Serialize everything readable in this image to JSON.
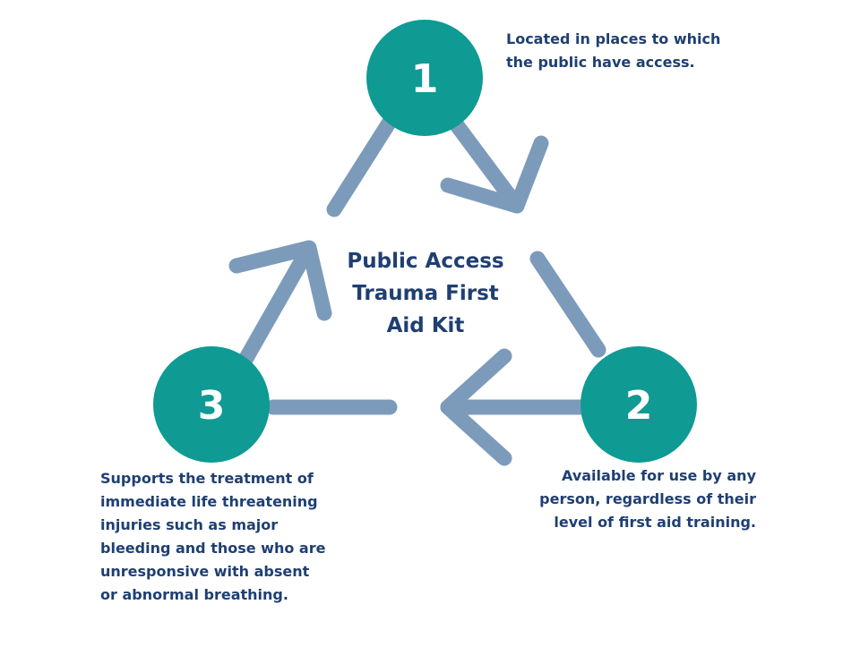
{
  "diagram": {
    "center_title_lines": [
      "Public Access",
      "Trauma First",
      "Aid Kit"
    ],
    "steps": [
      {
        "number": "1",
        "description_lines": [
          "Located in places to which",
          "the public have access."
        ]
      },
      {
        "number": "2",
        "description_lines": [
          "Available for use by any",
          "person, regardless of their",
          "level of first aid training."
        ]
      },
      {
        "number": "3",
        "description_lines": [
          "Supports the treatment of",
          "immediate life threatening",
          "injuries such as major",
          "bleeding and those who are",
          "unresponsive with absent",
          "or abnormal breathing."
        ]
      }
    ],
    "colors": {
      "circle": "#0f9a94",
      "arrow": "#7c9bbb",
      "text": "#1f3f73",
      "number": "#ffffff"
    }
  }
}
